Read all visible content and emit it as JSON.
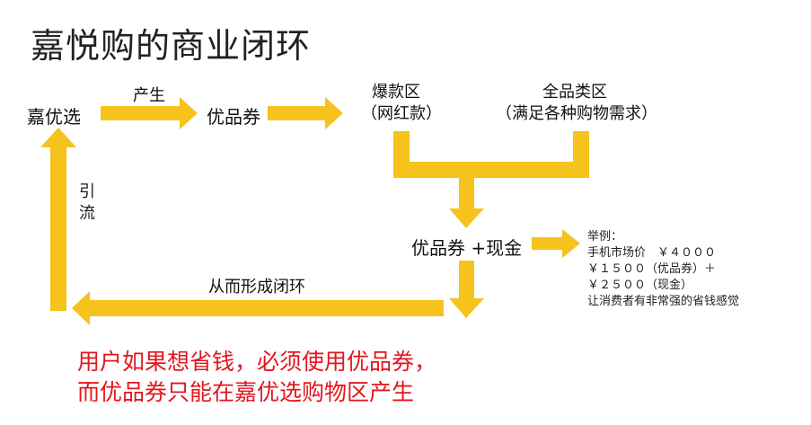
{
  "title": "嘉悦购的商业闭环",
  "nodes": {
    "jiayouxuan": "嘉优选",
    "coupon": "优品券",
    "hot_zone_title": "爆款区",
    "hot_zone_sub": "（网红款）",
    "full_zone_title": "全品类区",
    "full_zone_sub": "（满足各种购物需求）",
    "coupon_cash": "优品券 +现金"
  },
  "labels": {
    "produce": "产生",
    "attract": "引流",
    "loop": "从而形成闭环"
  },
  "example": {
    "heading": "举例：",
    "line1": "手机市场价　￥４０００",
    "line2": "￥１５００（优品券）＋",
    "line3": "￥２５００（现金）",
    "line4": "让消费者有非常强的省钱感觉"
  },
  "conclusion": {
    "line1": "用户如果想省钱，必须使用优品券，",
    "line2": "而优品券只能在嘉优选购物区产生"
  },
  "colors": {
    "arrow": "#f6c21c",
    "highlight": "#e3161c"
  }
}
